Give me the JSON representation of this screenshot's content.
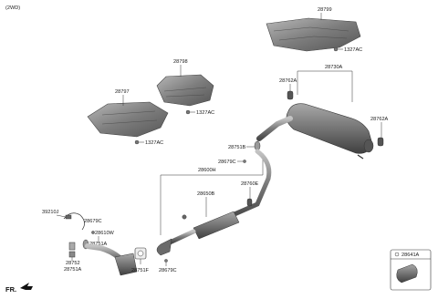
{
  "variant": "(2WD)",
  "direction_label": "FR.",
  "parts": {
    "heat_shield_rear": "28799",
    "heat_shield_center": "28798",
    "heat_shield_front": "28797",
    "bolt_a": "1327AC",
    "muffler_assy": "28730A",
    "hanger_left": "28762A",
    "hanger_right": "28762A",
    "gasket_mid": "28751B",
    "clamp_mid": "28679C",
    "pipe_assy": "28600H",
    "center_pipe": "28650B",
    "hanger_mid": "28760E",
    "oxygen_sensor": "39210J",
    "clamp_front": "28679C",
    "catalyst_pipe": "28610W",
    "gasket_front": "28751A",
    "stud": "28752",
    "gasket_front_lower": "28751A",
    "gasket_flange": "28751F",
    "clamp_lower": "28679C"
  },
  "inset_part": "28641A",
  "colors": {
    "line": "#333333",
    "part_fill": "#8a8a8a",
    "part_dark": "#5a5a5a"
  }
}
